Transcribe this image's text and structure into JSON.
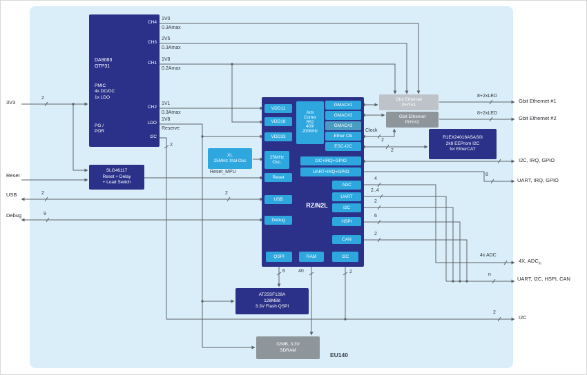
{
  "left": {
    "v3": "3V3",
    "v3_bus": "2",
    "reset": "Reset",
    "usb": "USB",
    "usb_bus": "2",
    "debug": "Debug",
    "debug_bus": "9"
  },
  "pmic": {
    "name": "DA9083\nOTP31",
    "desc": "PMIC\n4x DC/DC\n1x LDO",
    "pg": "PG /\nPOR",
    "pins": [
      "CH4",
      "CH3",
      "CH1",
      "CH2",
      "LDO",
      "I2C"
    ],
    "rails": [
      {
        "v": "1V0",
        "i": "0.3Amax"
      },
      {
        "v": "2V5",
        "i": "0.3Amax"
      },
      {
        "v": "1V8",
        "i": "0.2Amax"
      },
      {
        "v": "1V1",
        "i": "0.3Amax"
      },
      {
        "v": "1V8",
        "i": "Reserve"
      }
    ],
    "i2c_bus": "2"
  },
  "slg": {
    "name": "SLG46117\nReset + Delay\n+ Load Switch"
  },
  "xtal": {
    "name": "XL\n25MHz Xtal Osc",
    "reset_mpu": "Reset_MPU"
  },
  "soc": {
    "name": "RZ/N2L",
    "vdd": [
      "VDD11",
      "VDD18",
      "VDD33"
    ],
    "cpu": "Arm\nCortex\nR52\n400/\n200MHz",
    "net": [
      "GMAC#1",
      "GMAC#2",
      "GMAC#3",
      "Ether Clk",
      "ESC-I2C"
    ],
    "combo": [
      "I2C+IRQ+GPIO",
      "UART+IRQ+GPIO"
    ],
    "osc": "25MHz\nOsc.",
    "reset": "Reset",
    "usb": "USB",
    "debug": "Debug",
    "periph": [
      "ADC",
      "UART",
      "I2C",
      "HSPI",
      "CAN"
    ],
    "mem": [
      "QSPI",
      "RAM",
      "I2C"
    ]
  },
  "phy1": {
    "name": "Gbit Ethernet\nPHY#1"
  },
  "phy2": {
    "name": "Gbit Ethernet\nPHY#2"
  },
  "eeprom": {
    "name": "R1EX24016ASAS0I\n2k8 EEProm I2C\nfor EtherCAT"
  },
  "flash": {
    "name": "AT25SF128A\n128MBit\n3.3V Flash QSPI"
  },
  "sdram": {
    "name": "32MB, 3.3V\nSDRAM"
  },
  "board": "EU140",
  "buses": {
    "usb_mid": "2",
    "clock_label": "Clock",
    "clock": "2",
    "esc": "2",
    "phy1_out": "8+2xLED",
    "phy2_out": "8+2xLED",
    "eth1": "Gbit Ethernet #1",
    "eth2": "Gbit Ethernet #2",
    "i2c_irq": "8",
    "i2c_irq_label": "I2C, IRQ, GPIO",
    "uart_irq": "8",
    "uart_irq_label": "UART, IRQ, GPIO",
    "adc": "4",
    "uart": "2..4",
    "i2c": "2",
    "hspi": "6",
    "can": "2",
    "adc_out": "4x ADC",
    "adc_label": "4X, ADC",
    "adc_sub": "in",
    "mixed": "n",
    "mixed_label": "UART, I2C, HSPI, CAN",
    "soc_i2c": "2",
    "ext_i2c": "2",
    "ext_i2c_label": "I2C",
    "qspi": "6",
    "ram": "40"
  }
}
